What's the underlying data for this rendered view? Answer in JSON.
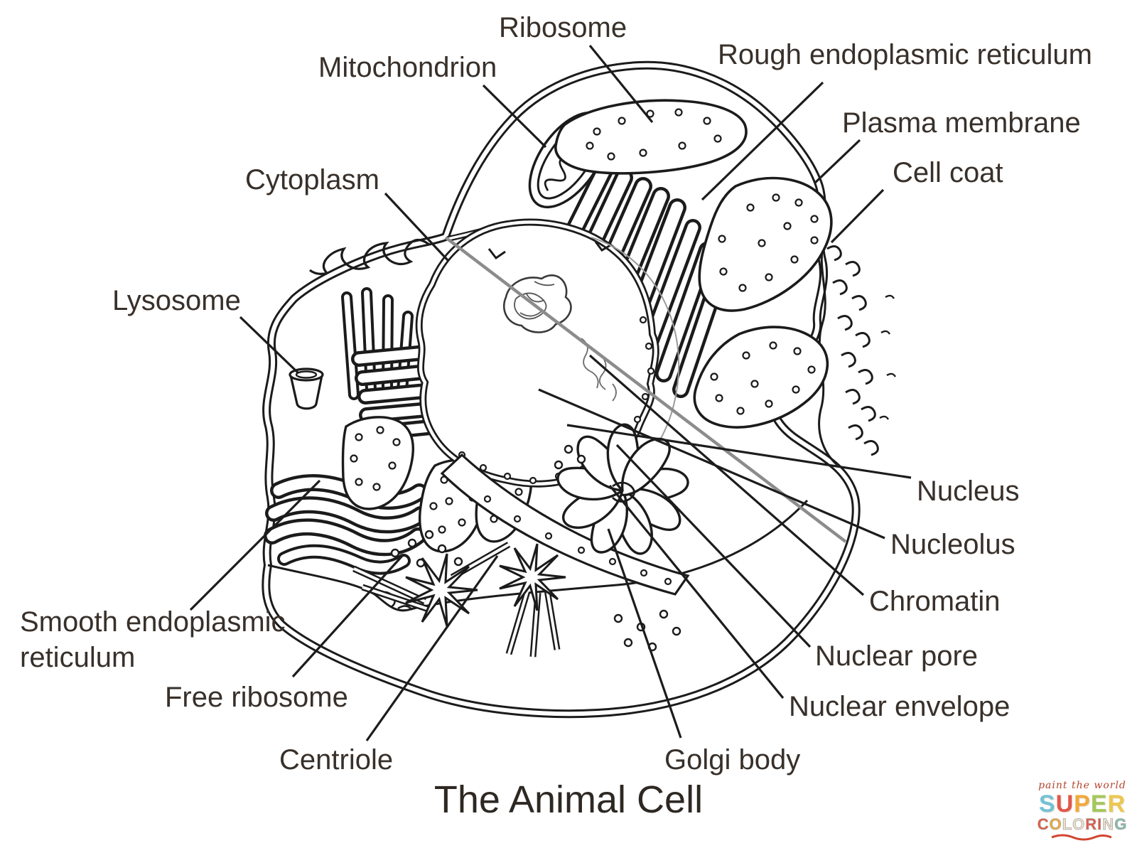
{
  "page": {
    "title": "The Animal Cell"
  },
  "labels": {
    "ribosome": "Ribosome",
    "rough_er": "Rough endoplasmic reticulum",
    "mitochondrion": "Mitochondrion",
    "plasma_membrane": "Plasma membrane",
    "cell_coat": "Cell coat",
    "cytoplasm": "Cytoplasm",
    "lysosome": "Lysosome",
    "nucleus": "Nucleus",
    "nucleolus": "Nucleolus",
    "chromatin": "Chromatin",
    "nuclear_pore": "Nuclear pore",
    "nuclear_envelope": "Nuclear envelope",
    "smooth_er_line1": "Smooth endoplasmic",
    "smooth_er_line2": "reticulum",
    "free_ribosome": "Free ribosome",
    "centriole": "Centriole",
    "golgi_body": "Golgi body"
  },
  "logo": {
    "tagline": "paint the world",
    "super_letters": [
      {
        "ch": "S",
        "color": "#74c1d7"
      },
      {
        "ch": "U",
        "color": "#e2574c"
      },
      {
        "ch": "P",
        "color": "#f2a93b"
      },
      {
        "ch": "E",
        "color": "#a4c75c"
      },
      {
        "ch": "R",
        "color": "#ecc84f"
      }
    ],
    "coloring_letters": [
      {
        "ch": "C",
        "color": "#e2574c"
      },
      {
        "ch": "O",
        "color": "#f2a93b"
      },
      {
        "ch": "L",
        "color": "#e9e2d5"
      },
      {
        "ch": "O",
        "color": "#e9e2d5"
      },
      {
        "ch": "R",
        "color": "#e2574c"
      },
      {
        "ch": "I",
        "color": "#e2574c"
      },
      {
        "ch": "N",
        "color": "#e9e2d5"
      },
      {
        "ch": "G",
        "color": "#7bbfb7"
      }
    ]
  },
  "colors": {
    "ink": "#1b1b1b",
    "text": "#38302a",
    "fold_line": "#8c8c8c"
  }
}
